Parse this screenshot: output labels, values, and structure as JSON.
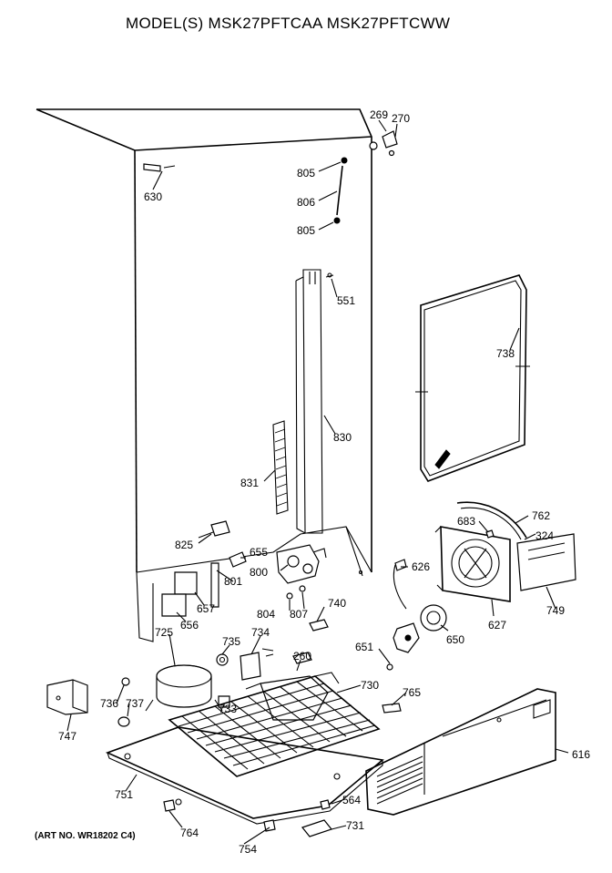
{
  "header": {
    "title": "MODEL(S) MSK27PFTCAA  MSK27PFTCWW"
  },
  "footer": {
    "art_number": "(ART NO. WR18202 C4)"
  },
  "callouts": [
    {
      "id": "269",
      "text": "269"
    },
    {
      "id": "270",
      "text": "270"
    },
    {
      "id": "805a",
      "text": "805"
    },
    {
      "id": "806",
      "text": "806"
    },
    {
      "id": "805b",
      "text": "805"
    },
    {
      "id": "630",
      "text": "630"
    },
    {
      "id": "551",
      "text": "551"
    },
    {
      "id": "738",
      "text": "738"
    },
    {
      "id": "830",
      "text": "830"
    },
    {
      "id": "831",
      "text": "831"
    },
    {
      "id": "825",
      "text": "825"
    },
    {
      "id": "655",
      "text": "655"
    },
    {
      "id": "762",
      "text": "762"
    },
    {
      "id": "683",
      "text": "683"
    },
    {
      "id": "324",
      "text": "324"
    },
    {
      "id": "626",
      "text": "626"
    },
    {
      "id": "800",
      "text": "800"
    },
    {
      "id": "801",
      "text": "801"
    },
    {
      "id": "657",
      "text": "657"
    },
    {
      "id": "656",
      "text": "656"
    },
    {
      "id": "804",
      "text": "804"
    },
    {
      "id": "807",
      "text": "807"
    },
    {
      "id": "740",
      "text": "740"
    },
    {
      "id": "627",
      "text": "627"
    },
    {
      "id": "749",
      "text": "749"
    },
    {
      "id": "650",
      "text": "650"
    },
    {
      "id": "651",
      "text": "651"
    },
    {
      "id": "725",
      "text": "725"
    },
    {
      "id": "735",
      "text": "735"
    },
    {
      "id": "734",
      "text": "734"
    },
    {
      "id": "260",
      "text": "260"
    },
    {
      "id": "730",
      "text": "730"
    },
    {
      "id": "765",
      "text": "765"
    },
    {
      "id": "736",
      "text": "736"
    },
    {
      "id": "737",
      "text": "737"
    },
    {
      "id": "733",
      "text": "733"
    },
    {
      "id": "747",
      "text": "747"
    },
    {
      "id": "616",
      "text": "616"
    },
    {
      "id": "751",
      "text": "751"
    },
    {
      "id": "564",
      "text": "564"
    },
    {
      "id": "731",
      "text": "731"
    },
    {
      "id": "764",
      "text": "764"
    },
    {
      "id": "754",
      "text": "754"
    }
  ]
}
